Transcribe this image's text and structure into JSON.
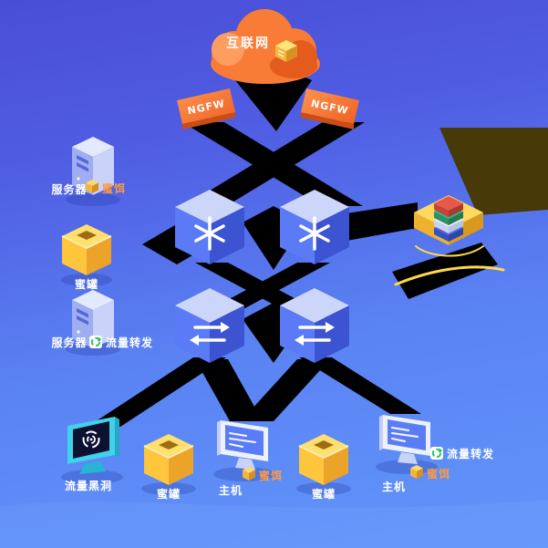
{
  "colors": {
    "background_top": "#4a4ed6",
    "background_bottom": "#6195fb",
    "cloud_orange": "#f87c36",
    "cloud_orange_light": "#ff9d60",
    "cloud_orange_dark": "#e55a1d",
    "banner_orange": "#f97a3a",
    "cube_top": "#ccd6fb",
    "cube_left": "#5b7bf6",
    "cube_right": "#3c53d2",
    "server_front": "#9fadf1",
    "honeypot_yellow": "#ffc53d",
    "monitor_cyan": "#3fd2e8",
    "screen_blue": "#5b7cf7",
    "tag_orange": "#ff9b3d",
    "recycle_green": "#2fbf71",
    "connector_black": "#000000",
    "platform_yellow": "#ffd95e"
  },
  "icons": {
    "cloud_chip": "gold-stack-icon",
    "hub_switch": "starburst-hub-icon",
    "lan_switch": "exchange-arrows-icon",
    "bait": "gold-box-icon",
    "traffic_forward": "recycle-arrows-icon",
    "blackhole_screen": "vortex-icon",
    "platform": "layered-stack-icon"
  },
  "internet_cloud": {
    "label": "互联网"
  },
  "firewalls": {
    "left": "NGFW",
    "right": "NGFW"
  },
  "left_column": {
    "server_top_label": "服务器",
    "server_top_tag": "蜜饵",
    "honeypot_label": "蜜罐",
    "server_bottom_label": "服务器",
    "server_bottom_tag": "流量转发"
  },
  "bottom_row": {
    "blackhole_label": "流量黑洞",
    "honeypot_left_label": "蜜罐",
    "host_left_label": "主机",
    "host_left_tag": "蜜饵",
    "honeypot_right_label": "蜜罐",
    "host_right_label": "主机",
    "host_right_tag_forward": "流量转发",
    "host_right_tag_bait": "蜜饵"
  }
}
